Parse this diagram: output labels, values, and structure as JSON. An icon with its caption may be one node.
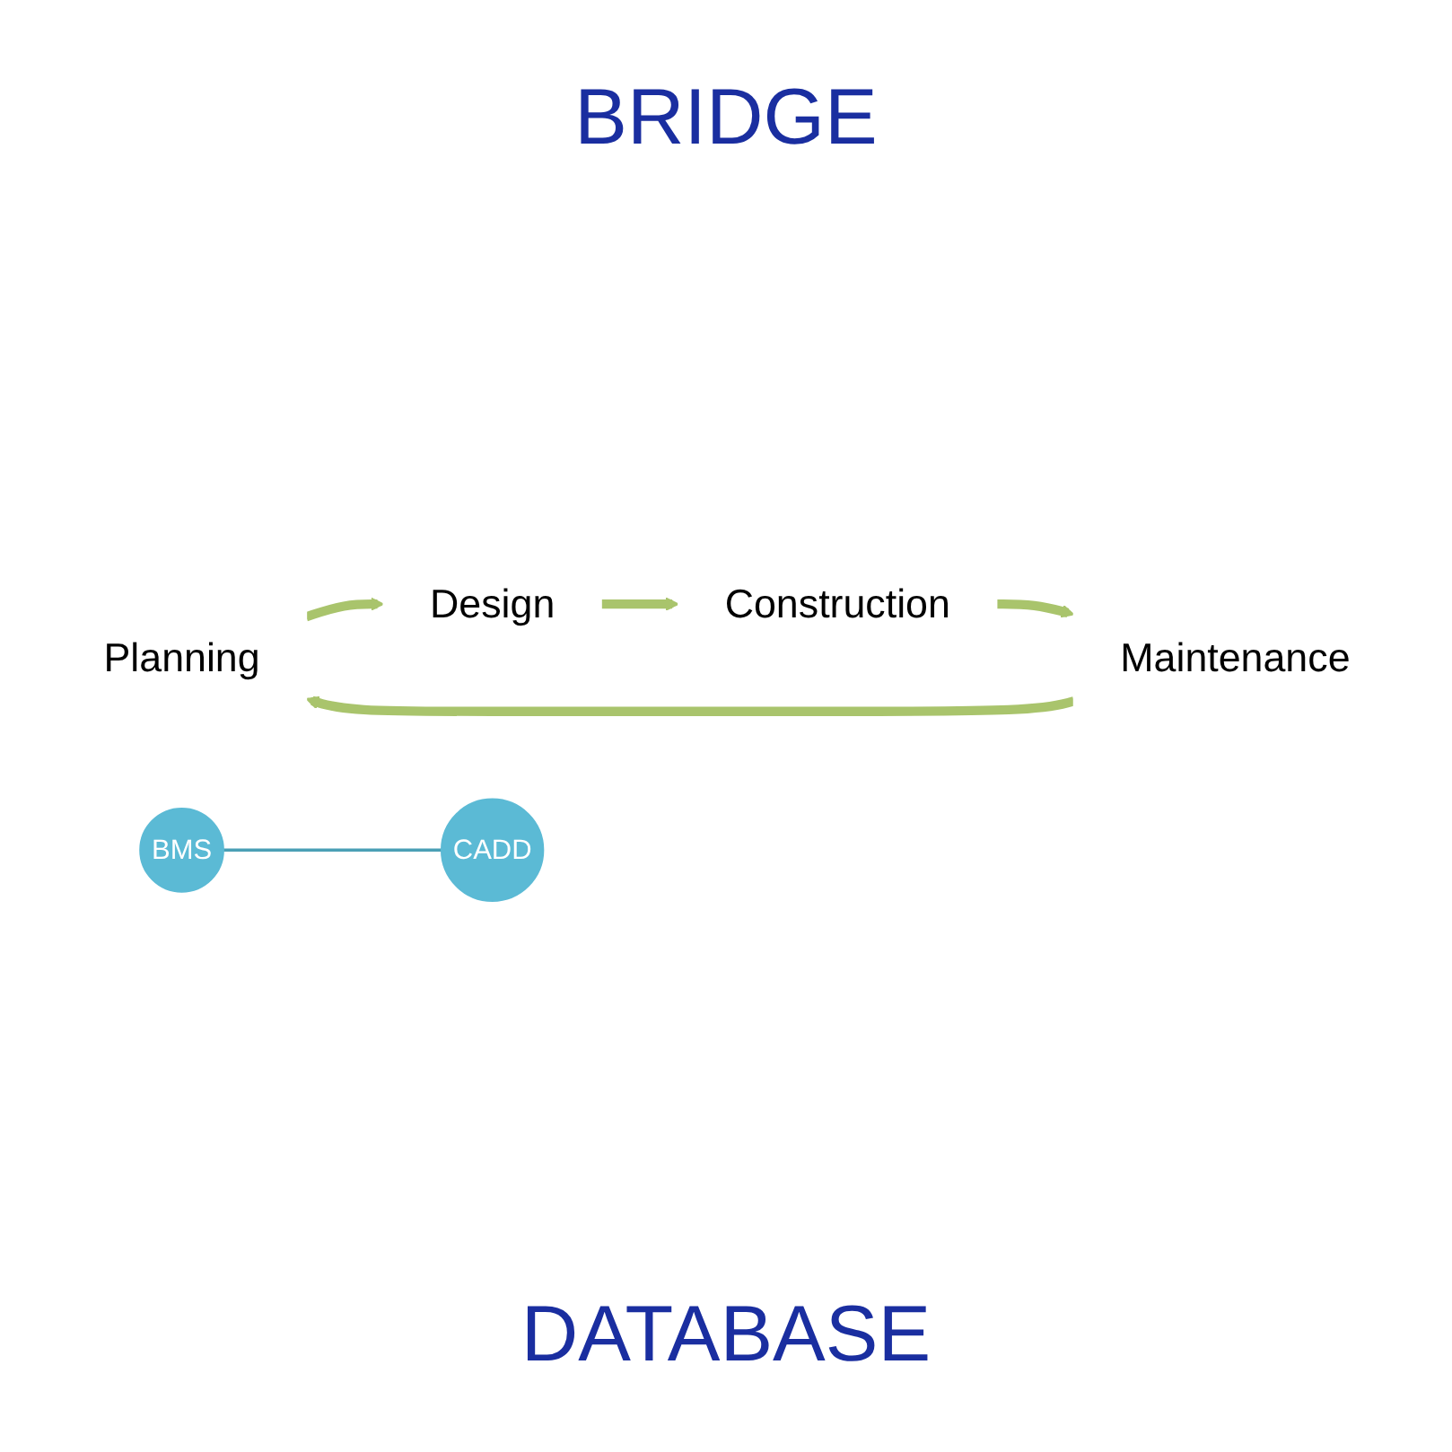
{
  "diagram": {
    "nodes": [
      {
        "text": [
          "Planning"
        ]
      },
      {
        "text": [
          "Design"
        ]
      },
      {
        "text": [
          "Construction"
        ]
      },
      {
        "text": [
          "Maintenance"
        ]
      },
      {
        "text": [
          "BMS"
        ]
      },
      {
        "text": [
          "CADD"
        ]
      }
    ],
    "edges": [
      {
        "from": 0,
        "to": 1,
        "arrow": "to"
      },
      {
        "from": 1,
        "to": 2,
        "arrow": "to"
      },
      {
        "from": 2,
        "to": 3,
        "arrow": "to"
      },
      {
        "from": 3,
        "to": 0,
        "arrow": "to"
      },
      {
        "from": 4,
        "to": 5,
        "arrow": "none",
        "color": "#4a9fb5"
      }
    ],
    "labels": [
      "BRIDGE",
      "DATABASE"
    ]
  }
}
